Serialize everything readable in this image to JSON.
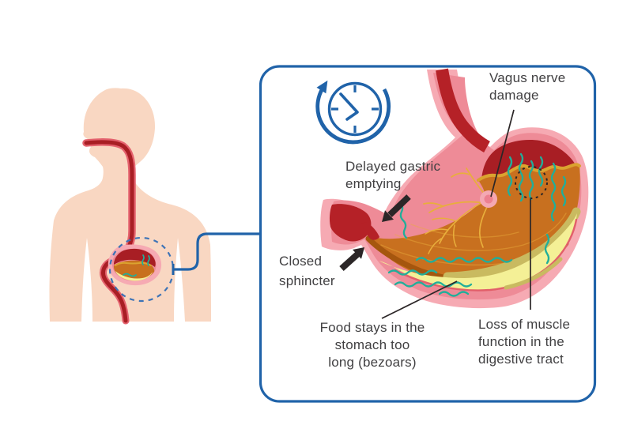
{
  "labels": {
    "vagus_nerve": "Vagus nerve\ndamage",
    "delayed_gastric": "Delayed gastric\nemptying",
    "closed_sphincter": "Closed\nsphincter",
    "food_stays": "Food stays in the\nstomach too\nlong (bezoars)",
    "loss_of_muscle": "Loss of muscle\nfunction in the\ndigestive tract"
  },
  "icons": {
    "clock": "clock-with-circular-arrow-icon",
    "magnified_region": "dashed-focus-circle",
    "bezoar_marker": "dotted-circle-marker"
  },
  "colors": {
    "accent_blue": "#2063a9",
    "dashed_circle_blue": "#3d73b6",
    "label_text": "#414042",
    "pointer_black": "#2b2627",
    "skin": "#f9d7c2",
    "stomach_wall_pink": "#f6aab3",
    "stomach_inner_pink": "#ee8b97",
    "interior_dark_red": "#a81e24",
    "lumen_red": "#b52127",
    "esophagus_casing": "#e4626e",
    "food_mass_orange": "#c8701f",
    "food_mass_orange_dark": "#a5560e",
    "nerve_gold": "#e8ae3c",
    "wavy_line_gold": "#dba32f",
    "fluid_yellow": "#f4f096",
    "fluid_olive": "#c9ba60",
    "fluid_edge_red": "#e25f6a",
    "bacteria_teal": "#21ae9a",
    "node_pink_light": "#f4a8b3",
    "node_pink_dark": "#ec8090",
    "panel_background": "#ffffff"
  }
}
